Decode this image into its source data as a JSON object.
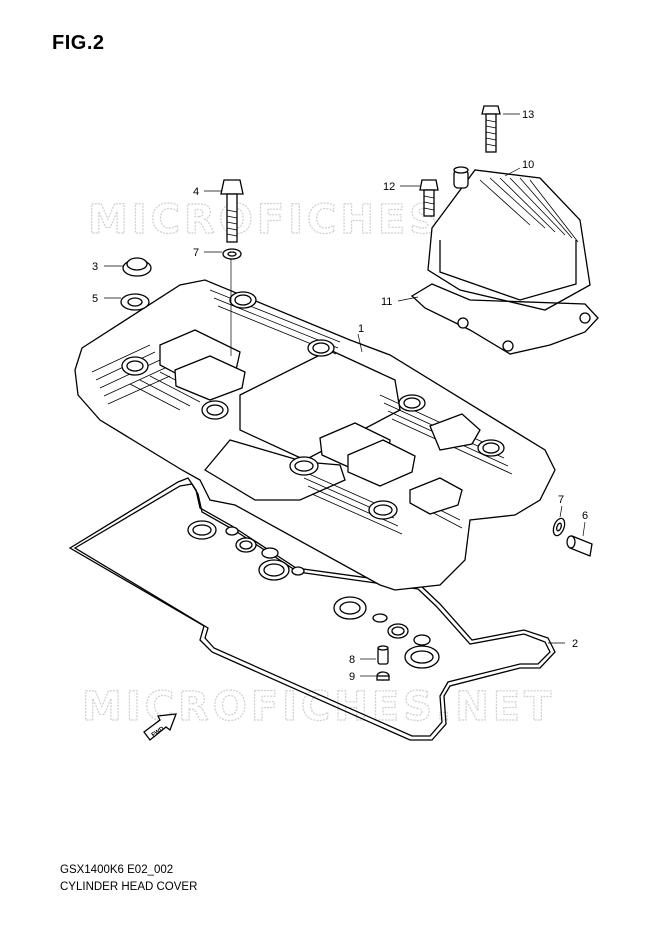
{
  "figure": {
    "title": "FIG.2"
  },
  "watermark": {
    "text": "MICROFICHES.NET"
  },
  "fwd_marker": {
    "text": "FWD"
  },
  "callouts": [
    {
      "id": "1",
      "label": "1"
    },
    {
      "id": "2",
      "label": "2"
    },
    {
      "id": "3",
      "label": "3"
    },
    {
      "id": "4",
      "label": "4"
    },
    {
      "id": "5",
      "label": "5"
    },
    {
      "id": "6",
      "label": "6"
    },
    {
      "id": "7a",
      "label": "7"
    },
    {
      "id": "7b",
      "label": "7"
    },
    {
      "id": "8",
      "label": "8"
    },
    {
      "id": "9",
      "label": "9"
    },
    {
      "id": "10",
      "label": "10"
    },
    {
      "id": "11",
      "label": "11"
    },
    {
      "id": "12",
      "label": "12"
    },
    {
      "id": "13",
      "label": "13"
    }
  ],
  "footer": {
    "code": "GSX1400K6 E02_002",
    "name": "CYLINDER HEAD COVER"
  }
}
